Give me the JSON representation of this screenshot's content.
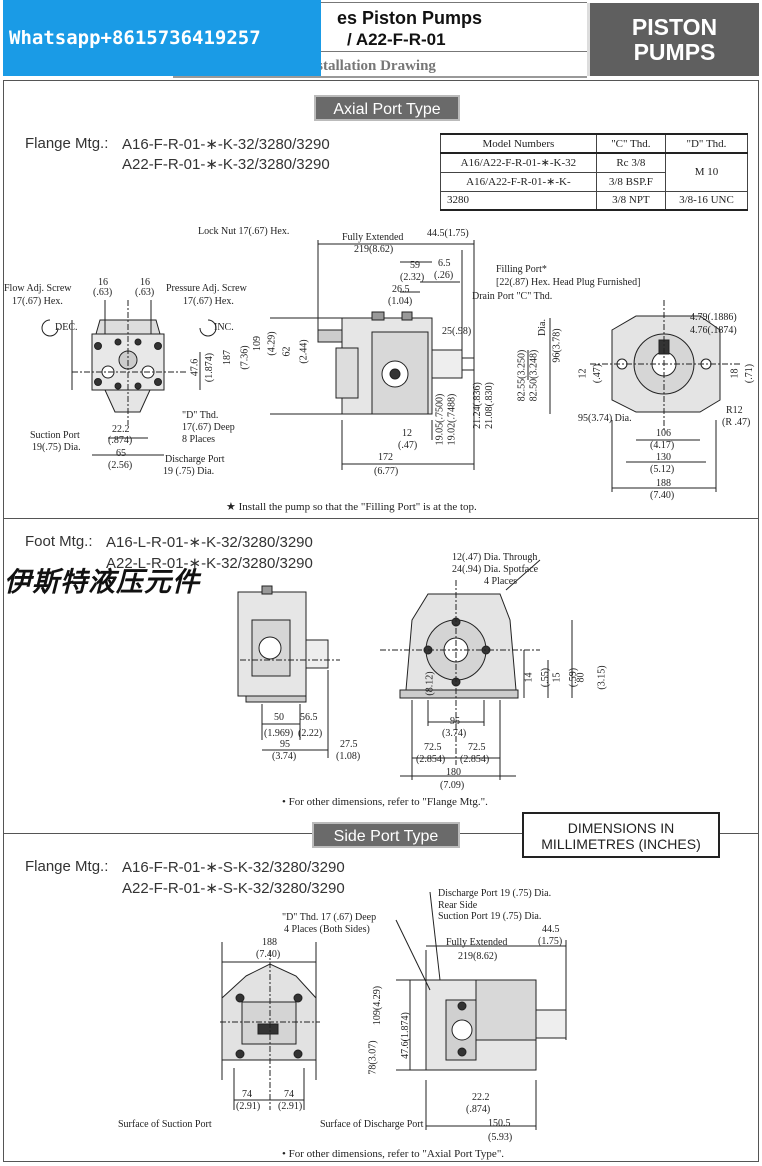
{
  "header": {
    "title_line1": "es Piston Pumps",
    "title_line2": "/ A22-F-R-01",
    "subtitle": "Installation Drawing",
    "badge_line1": "PISTON",
    "badge_line2": "PUMPS",
    "watermark": "Whatsapp+8615736419257"
  },
  "axial": {
    "tag": "Axial Port Type",
    "flange_label": "Flange Mtg.:",
    "flange_line1": "A16-F-R-01-∗-K-32/3280/3290",
    "flange_line2": "A22-F-R-01-∗-K-32/3280/3290",
    "table": {
      "headers": [
        "Model Numbers",
        "\"C\" Thd.",
        "\"D\" Thd."
      ],
      "rows": [
        [
          "A16/A22-F-R-01-∗-K-32",
          "Rc 3/8",
          "M 10"
        ],
        [
          "A16/A22-F-R-01-∗-K-",
          "3/8 BSP.F",
          ""
        ],
        [
          "3280",
          "3/8 NPT",
          "3/8-16 UNC"
        ]
      ]
    },
    "labels": {
      "flow_adj": "Flow Adj. Screw",
      "flow_hex": "17(.67) Hex.",
      "dec": "DEC.",
      "pressure_adj": "Pressure Adj. Screw",
      "pressure_hex": "17(.67) Hex.",
      "inc": "INC.",
      "lock_nut": "Lock Nut 17(.67) Hex.",
      "fully_extended": "Fully Extended",
      "filling_port": "Filling Port*",
      "head_plug": "[22(.87) Hex. Head Plug Furnished]",
      "drain_port": "Drain Port \"C\" Thd.",
      "d_thd": "\"D\" Thd.",
      "d_deep": "17(.67) Deep",
      "d_places": "8 Places",
      "suction_port": "Suction Port",
      "suction_dia": "19(.75) Dia.",
      "discharge_port": "Discharge Port",
      "discharge_dia": "19 (.75) Dia.",
      "r12": "R12",
      "r12_in": "(R .47)",
      "dia_95": "95(3.74) Dia.",
      "note": "Install the pump so that the \"Filling Port\" is at the top.",
      "note_star": "★"
    },
    "dims": {
      "d16a": "16",
      "d16a_in": "(.63)",
      "d16b": "16",
      "d16b_in": "(.63)",
      "d187": "187",
      "d187_in": "(7.36)",
      "d109": "109",
      "d109_in": "(4.29)",
      "d62": "62",
      "d62_in": "(2.44)",
      "d47_6": "47.6",
      "d47_6_in": "(1.874)",
      "d22_2": "22.2",
      "d22_2_in": "(.874)",
      "d65": "65",
      "d65_in": "(2.56)",
      "d219": "219(8.62)",
      "d44_5": "44.5(1.75)",
      "d59": "59",
      "d59_in": "(2.32)",
      "d6_5": "6.5",
      "d6_5_in": "(.26)",
      "d26_5": "26.5",
      "d26_5_in": "(1.04)",
      "d25": "25(.98)",
      "d96": "96(3.78)",
      "d82a": "82.55(3.250)",
      "d82b": "82.50(3.248)",
      "dia_lbl": "Dia.",
      "d21a": "21.24(.836)",
      "d21b": "21.08(.830)",
      "d19a": "19.05(.7500)",
      "d19b": "19.02(.7488)",
      "d12": "12",
      "d12_in": "(.47)",
      "d172": "172",
      "d172_in": "(6.77)",
      "d479a": "4.79(.1886)",
      "d479b": "4.76(.1874)",
      "d12r": "12",
      "d12r_in": "(.47)",
      "d18": "18",
      "d18_in": "(.71)",
      "d106": "106",
      "d106_in": "(4.17)",
      "d130": "130",
      "d130_in": "(5.12)",
      "d188": "188",
      "d188_in": "(7.40)"
    }
  },
  "foot": {
    "flange_label": "Foot Mtg.:",
    "flange_line1": "A16-L-R-01-∗-K-32/3280/3290",
    "flange_line2": "A22-L-R-01-∗-K-32/3280/3290",
    "chinese_watermark": "伊斯特液压元件",
    "labels": {
      "through": "12(.47) Dia. Through",
      "spotface": "24(.94) Dia. Spotface",
      "places": "4 Places",
      "note": "For other dimensions, refer to \"Flange Mtg.\".",
      "note_bullet": "•"
    },
    "dims": {
      "d50": "50",
      "d50_in": "(1.969)",
      "d56_5": "56.5",
      "d56_5_in": "(2.22)",
      "d95": "95",
      "d95_in": "(3.74)",
      "d27_5": "27.5",
      "d27_5_in": "(1.08)",
      "d8_12": "(8.12)",
      "d95b": "95",
      "d95b_in": "(3.74)",
      "d72_5a": "72.5",
      "d72_5a_in": "(2.854)",
      "d72_5b": "72.5",
      "d72_5b_in": "(2.854)",
      "d180": "180",
      "d180_in": "(7.09)",
      "d14": "14",
      "d14_in": "(.55)",
      "d15": "15",
      "d15_in": "(.59)",
      "d80": "80",
      "d80_in": "(3.15)"
    }
  },
  "side": {
    "tag": "Side Port Type",
    "units_line1": "DIMENSIONS IN",
    "units_line2": "MILLIMETRES (INCHES)",
    "flange_label": "Flange Mtg.:",
    "flange_line1": "A16-F-R-01-∗-S-K-32/3280/3290",
    "flange_line2": "A22-F-R-01-∗-S-K-32/3280/3290",
    "labels": {
      "d_thd": "\"D\" Thd.  17 (.67) Deep",
      "d_places": "4 Places (Both Sides)",
      "discharge": "Discharge Port 19 (.75) Dia.",
      "rear_side": "Rear Side",
      "suction": "Suction Port 19 (.75) Dia.",
      "fully_extended": "Fully Extended",
      "surface_suction": "Surface of Suction Port",
      "surface_discharge": "Surface of Discharge Port",
      "note": "For other dimensions, refer to \"Axial Port Type\".",
      "note_bullet": "•"
    },
    "dims": {
      "d188": "188",
      "d188_in": "(7.40)",
      "d74a": "74",
      "d74a_in": "(2.91)",
      "d74b": "74",
      "d74b_in": "(2.91)",
      "d219": "219(8.62)",
      "d44_5": "44.5",
      "d44_5_in": "(1.75)",
      "d78": "78(3.07)",
      "d109": "109(4.29)",
      "d47_6": "47.6(1.874)",
      "d22_2": "22.2",
      "d22_2_in": "(.874)",
      "d150_5": "150.5",
      "d150_5_in": "(5.93)"
    }
  }
}
